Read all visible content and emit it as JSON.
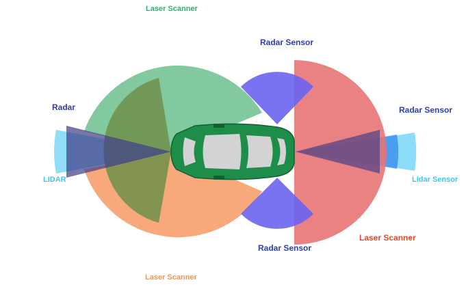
{
  "labels": {
    "laser_scanner_top": "Laser Scanner",
    "laser_scanner_bottom": "Laser Scanner",
    "laser_scanner_right": "Laser Scanner",
    "radar_sensor_top": "Radar Sensor",
    "radar_sensor_bottom": "Radar Sensor",
    "radar_sensor_right": "Radar Sensor",
    "radar_left": "Radar",
    "lidar_left": "LIDAR",
    "lidar_right": "Lidar Sensor"
  },
  "colors": {
    "laser_top": "#6cc08e",
    "laser_bottom": "#f6a06e",
    "laser_right": "#e87476",
    "laser_left_olive": "#6f8f4a",
    "radar_sensor": "#6a63f0",
    "radar_beam": "#3f3a86",
    "lidar": "#7fd8f8",
    "car_body": "#1f8d4a",
    "car_glass": "#d3d3d3",
    "label_green": "#2fae73",
    "label_blue": "#2b3db8",
    "label_orange": "#f0965a",
    "label_red": "#e04a2e",
    "label_cyan": "#3cc6ee"
  },
  "icons": [
    "car-icon"
  ]
}
